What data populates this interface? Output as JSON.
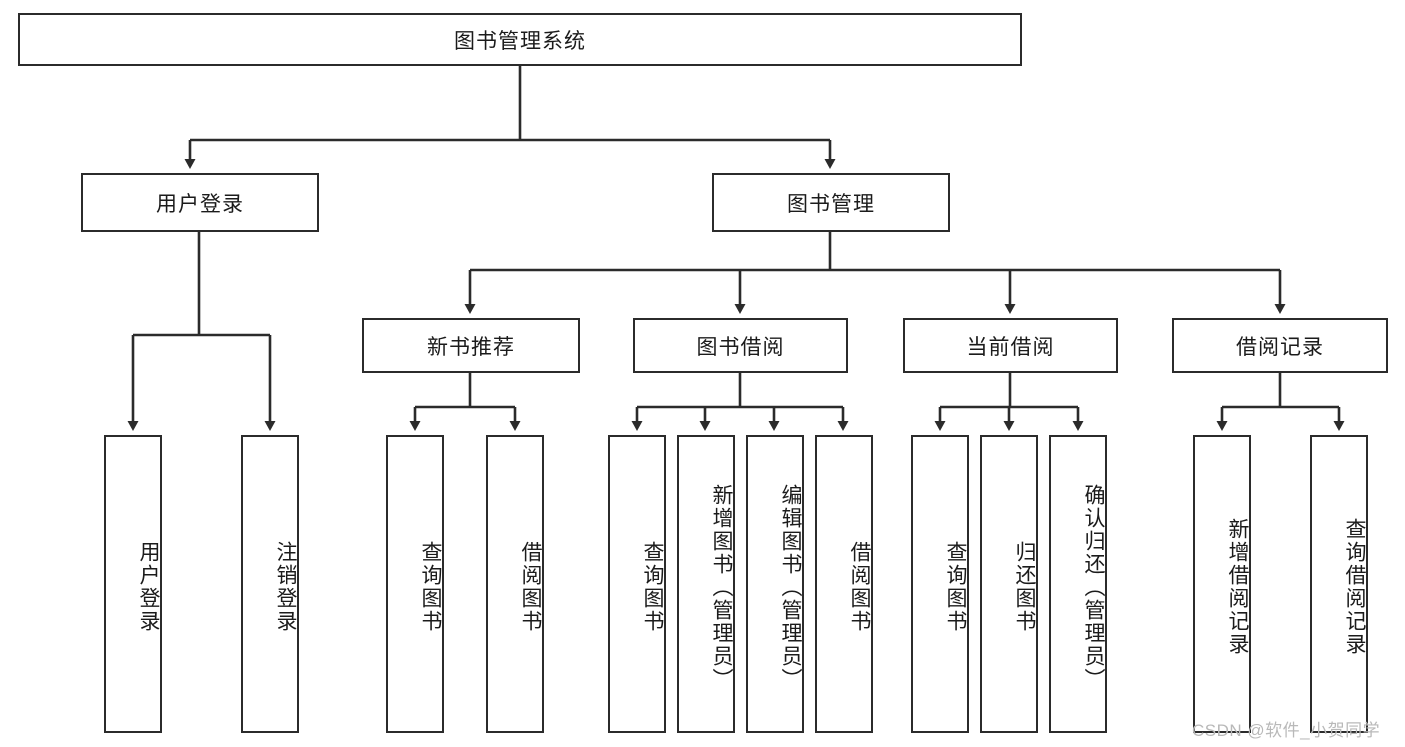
{
  "diagram": {
    "title": "图书管理系统",
    "watermark": "CSDN @软件_小贺同学",
    "colors": {
      "stroke": "#2b2b2b",
      "background": "#ffffff",
      "text": "#1b1b1b",
      "watermark": "#b9b9b9"
    },
    "levels": {
      "root": {
        "label": "图书管理系统"
      },
      "level2": [
        {
          "label": "用户登录"
        },
        {
          "label": "图书管理"
        }
      ],
      "level3": [
        {
          "label": "新书推荐"
        },
        {
          "label": "图书借阅"
        },
        {
          "label": "当前借阅"
        },
        {
          "label": "借阅记录"
        }
      ],
      "leaves": {
        "user_login": [
          {
            "label": "用户登录"
          },
          {
            "label": "注销登录"
          }
        ],
        "new_book": [
          {
            "label": "查询图书"
          },
          {
            "label": "借阅图书"
          }
        ],
        "book_borrow": [
          {
            "label": "查询图书"
          },
          {
            "label": "新增图书（管理员）"
          },
          {
            "label": "编辑图书（管理员）"
          },
          {
            "label": "借阅图书"
          }
        ],
        "current_borrow": [
          {
            "label": "查询图书"
          },
          {
            "label": "归还图书"
          },
          {
            "label": "确认归还（管理员）"
          }
        ],
        "borrow_record": [
          {
            "label": "新增借阅记录"
          },
          {
            "label": "查询借阅记录"
          }
        ]
      }
    }
  }
}
